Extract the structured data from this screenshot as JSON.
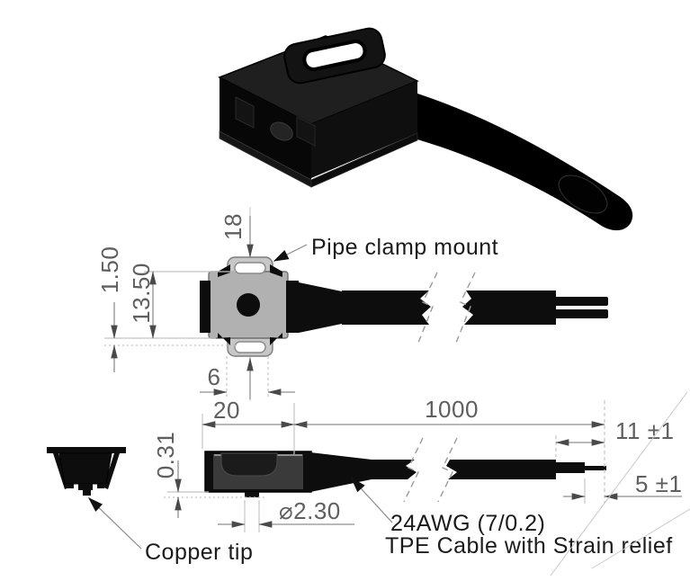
{
  "drawing": {
    "labels": {
      "pipe_clamp_mount": "Pipe clamp mount",
      "copper_tip": "Copper tip",
      "cable_spec_line1": "24AWG (7/0.2)",
      "cable_spec_line2": "TPE Cable with Strain relief"
    },
    "dimensions": {
      "clamp_span": "18",
      "body_width": "13.50",
      "tab_gap": "1.50",
      "slot_width": "6",
      "sensor_length": "20",
      "cable_length": "1000",
      "strip_length": "11 ±1",
      "bare_length": "5 ±1",
      "tip_height": "0.31",
      "tip_diameter": "⌀2.30"
    },
    "colors": {
      "background": "#ffffff",
      "device_black": "#0d0d0d",
      "render_black": "#101010",
      "body_gray": "#b1b1b1",
      "tab_gray": "#c7c7c7",
      "inner_gray": "#3a3a3a",
      "cavity_gray": "#1b1b1b",
      "slot_white": "#ffffff",
      "dim_line_gray": "#8f8f8f",
      "ext_line_gray": "#c4c4c4",
      "dim_text_gray": "#5f5f5f",
      "label_text": "#1b1b1b"
    }
  }
}
